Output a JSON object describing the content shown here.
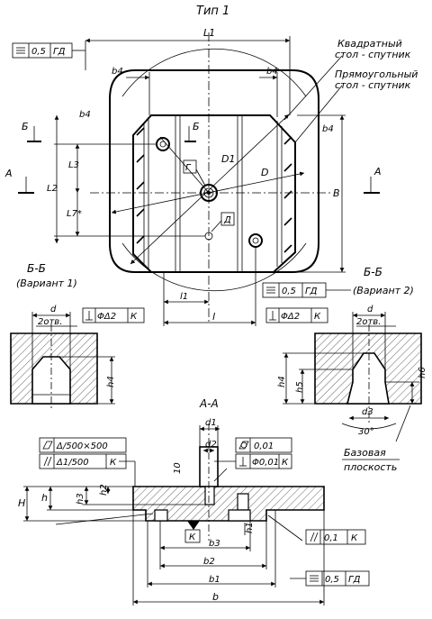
{
  "title": "Тип 1",
  "labels": {
    "square": "Квадратный",
    "square2": "стол - спутник",
    "rect": "Прямоугольный",
    "rect2": "стол - спутник",
    "L1": "L1",
    "L2": "L2",
    "L3": "L3",
    "L7": "L7*",
    "B": "B",
    "b4a": "b4",
    "b4b": "b4",
    "b4c": "b4",
    "b4d": "b4",
    "D1": "D1",
    "D": "D",
    "G": "Г",
    "Dd": "Д",
    "l1": "l1",
    "l": "l",
    "A": "А",
    "B_cut": "Б",
    "B_cut2": "Б",
    "A2": "А",
    "bb1": "Б-Б",
    "var1": "(Вариант 1)",
    "bb2": "Б-Б",
    "var2": "(Вариант 2)",
    "d1": "d",
    "otv1": "2отв.",
    "d2": "d",
    "otv2": "2отв.",
    "h4a": "h4",
    "h4b": "h4",
    "h5": "h5",
    "h6": "h6",
    "d3": "d3",
    "deg": "30°",
    "base1": "Базовая",
    "base2": "плоскость",
    "AA": "А-А",
    "cd1": "d1",
    "cd2": "d2",
    "ten": "10",
    "H": "H",
    "h": "h",
    "h2": "h2",
    "h3": "h3",
    "h1": "h1",
    "K": "К",
    "b3": "b3",
    "b2": "b2",
    "b1": "b1",
    "b": "b"
  },
  "frames": {
    "f1": [
      "0,5",
      "ГД"
    ],
    "f2": [
      "0,5",
      "ГД"
    ],
    "f3": [
      "ΦΔ2",
      "К"
    ],
    "f4": [
      "ΦΔ2",
      "К"
    ],
    "f5": [
      "Δ/500×500"
    ],
    "f6": [
      "Δ1/500",
      "К"
    ],
    "f7": [
      "0,01"
    ],
    "f8": [
      "Φ0,01",
      "К"
    ],
    "f9": [
      "0,1",
      "К"
    ],
    "f10": [
      "0,5",
      "ГД"
    ]
  }
}
